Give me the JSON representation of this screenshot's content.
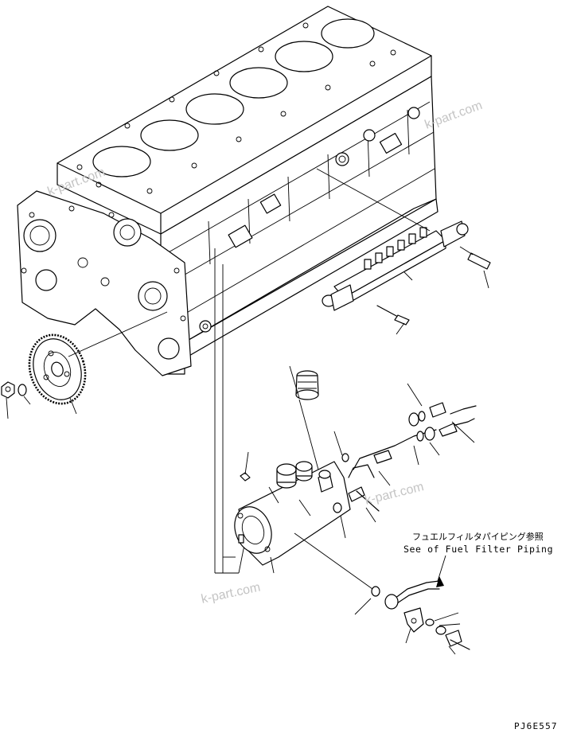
{
  "watermark_text": "k-part.com",
  "reference_note": {
    "japanese": "フュエルフィルタパイピング参照",
    "english": "See of Fuel Filter Piping"
  },
  "drawing_code": "PJ6E557",
  "colors": {
    "line": "#000000",
    "background": "#ffffff",
    "watermark": "#c4c4c4"
  }
}
